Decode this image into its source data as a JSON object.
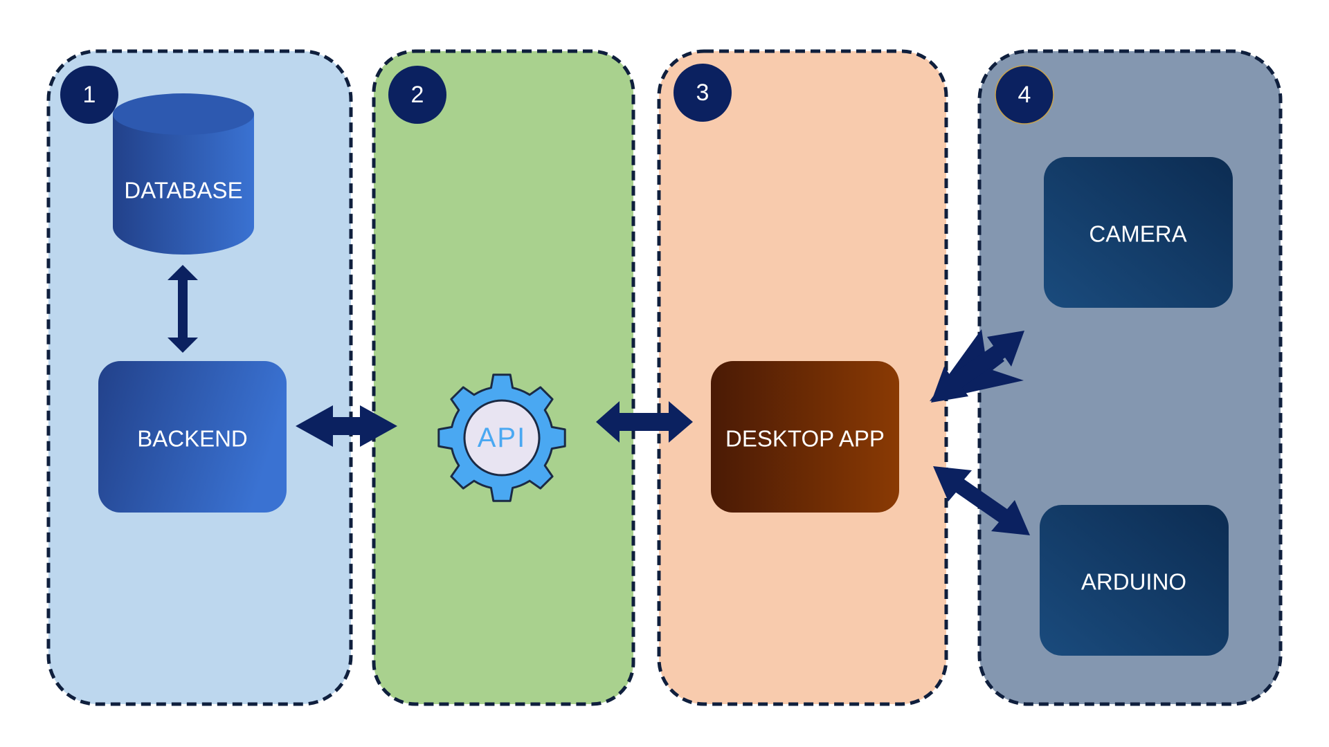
{
  "panels": [
    {
      "number": "1",
      "fill": "#bdd7ee"
    },
    {
      "number": "2",
      "fill": "#a9d18e"
    },
    {
      "number": "3",
      "fill": "#f8cbad"
    },
    {
      "number": "4",
      "fill": "#8497b0"
    }
  ],
  "nodes": {
    "database": "DATABASE",
    "backend": "BACKEND",
    "api": "API",
    "desktop_app": "DESKTOP APP",
    "camera": "CAMERA",
    "arduino": "ARDUINO"
  },
  "colors": {
    "panel_border": "#0f1f3d",
    "badge": "#0b2160",
    "arrow": "#0b2160",
    "blue_node_dark": "#22418a",
    "blue_node_light": "#3a72d2",
    "desktop_dark": "#4a1a05",
    "desktop_light": "#8a3a04",
    "device_dark": "#0c2c52",
    "device_light": "#1a4b7d",
    "gear_fill": "#4aa8f2",
    "gear_center": "#e8e4f2",
    "api_text": "#4aa8f2"
  }
}
